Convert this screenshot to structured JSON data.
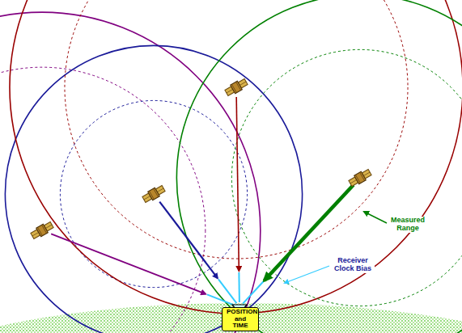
{
  "diagram": {
    "nodes": [
      {
        "text": [
          "POSITION and TIME"
        ]
      }
    ],
    "labels": [
      "Measured Range",
      "Receiver Clock Bias"
    ]
  }
}
